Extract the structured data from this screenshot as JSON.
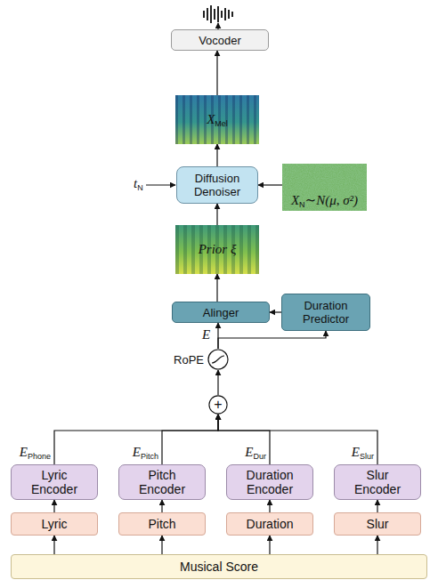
{
  "diagram": {
    "nodes": [
      {
        "text": [
          "Vocoder"
        ]
      },
      {
        "text": [
          "X",
          "Mel"
        ]
      },
      {
        "text": [
          "Diffusion Denoiser"
        ]
      },
      {
        "text": [
          "X",
          "N",
          "∼N(μ, σ²)"
        ]
      },
      {
        "text": [
          "Prior ξ"
        ]
      },
      {
        "text": [
          "Alinger"
        ]
      },
      {
        "text": [
          "Duration Predictor"
        ]
      },
      {
        "text": [
          "RoPE"
        ]
      },
      {
        "text": [
          "+"
        ]
      },
      {
        "text": [
          "Lyric Encoder"
        ]
      },
      {
        "text": [
          "Pitch Encoder"
        ]
      },
      {
        "text": [
          "Duration Encoder"
        ]
      },
      {
        "text": [
          "Slur Encoder"
        ]
      },
      {
        "text": [
          "Lyric"
        ]
      },
      {
        "text": [
          "Pitch"
        ]
      },
      {
        "text": [
          "Duration"
        ]
      },
      {
        "text": [
          "Slur"
        ]
      },
      {
        "text": [
          "Musical Score"
        ]
      }
    ],
    "edges": [
      {
        "from": 17,
        "to": 13,
        "arrow": "to"
      },
      {
        "from": 17,
        "to": 14,
        "arrow": "to"
      },
      {
        "from": 17,
        "to": 15,
        "arrow": "to"
      },
      {
        "from": 17,
        "to": 16,
        "arrow": "to"
      },
      {
        "from": 13,
        "to": 9,
        "arrow": "to"
      },
      {
        "from": 14,
        "to": 10,
        "arrow": "to"
      },
      {
        "from": 15,
        "to": 11,
        "arrow": "to"
      },
      {
        "from": 16,
        "to": 12,
        "arrow": "to"
      },
      {
        "from": 9,
        "to": 8,
        "arrow": "to"
      },
      {
        "from": 10,
        "to": 8,
        "arrow": "to"
      },
      {
        "from": 11,
        "to": 8,
        "arrow": "to"
      },
      {
        "from": 12,
        "to": 8,
        "arrow": "to"
      },
      {
        "from": 8,
        "to": 7,
        "arrow": "to"
      },
      {
        "from": 7,
        "to": 5,
        "arrow": "to"
      },
      {
        "from": 7,
        "to": 6,
        "arrow": "to"
      },
      {
        "from": 6,
        "to": 5,
        "arrow": "to"
      },
      {
        "from": 5,
        "to": 4,
        "arrow": "to"
      },
      {
        "from": 4,
        "to": 2,
        "arrow": "to"
      },
      {
        "from": 3,
        "to": 2,
        "arrow": "to"
      },
      {
        "from": 2,
        "to": 1,
        "arrow": "to"
      },
      {
        "from": 1,
        "to": 0,
        "arrow": "to"
      }
    ],
    "labels": [
      "t",
      "N",
      "E",
      "E",
      "Phone",
      "E",
      "Pitch",
      "E",
      "Dur",
      "E",
      "Slur"
    ]
  }
}
